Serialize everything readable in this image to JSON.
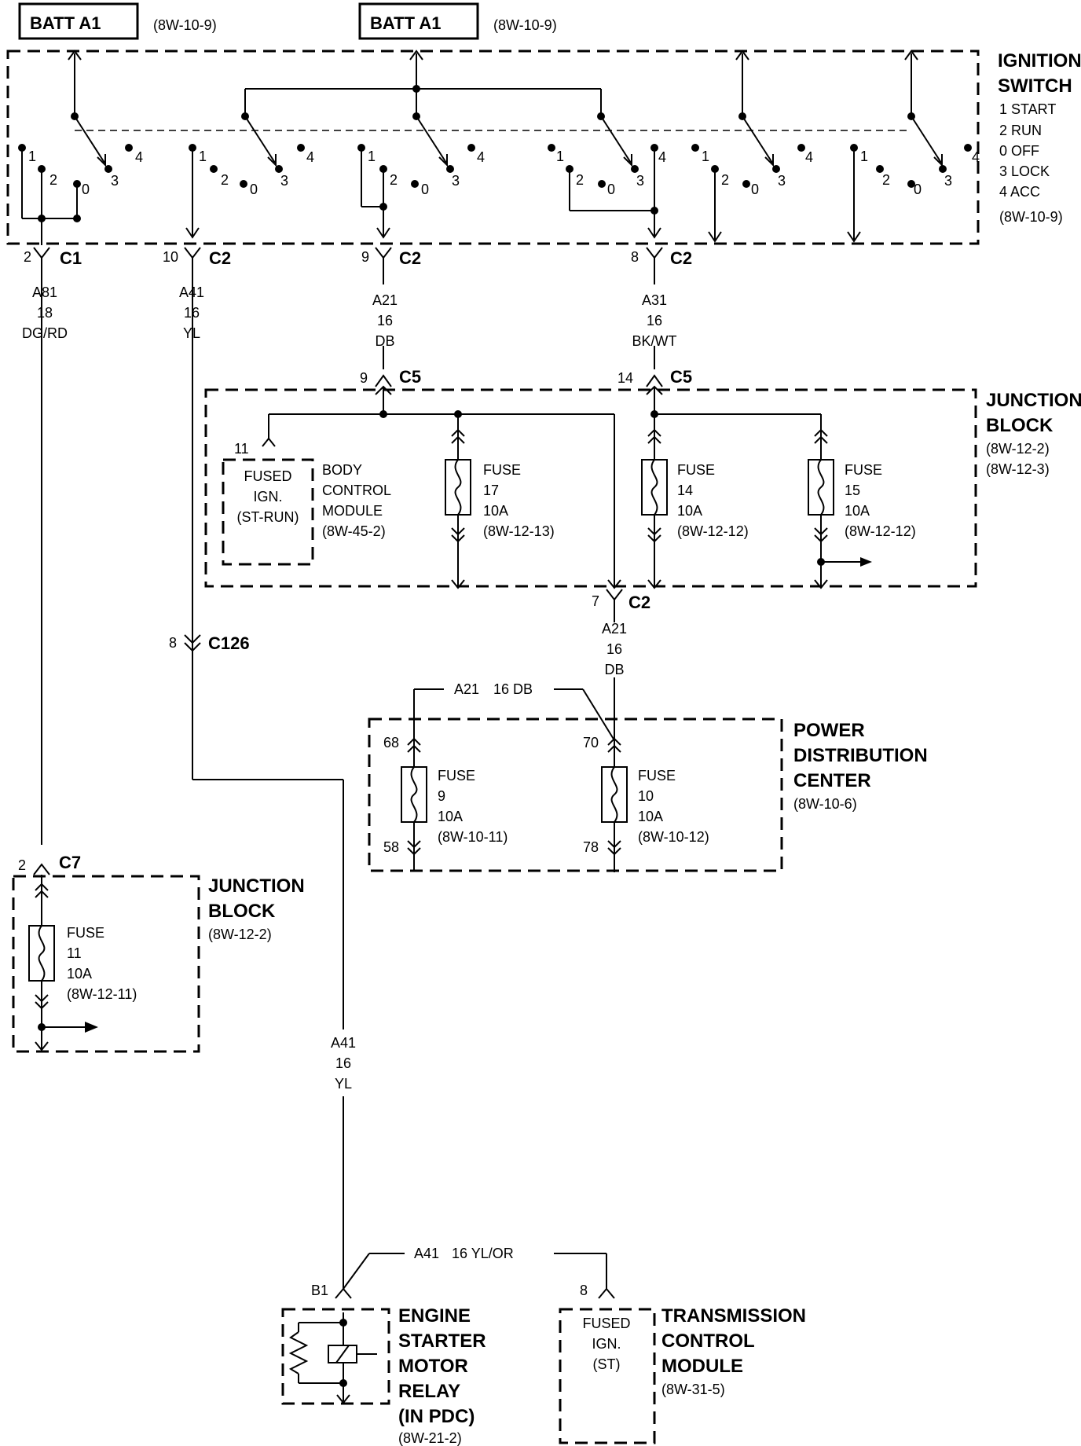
{
  "batt_left": {
    "label": "BATT A1",
    "ref": "(8W-10-9)"
  },
  "batt_right": {
    "label": "BATT A1",
    "ref": "(8W-10-9)"
  },
  "ignition_switch": {
    "title1": "IGNITION",
    "title2": "SWITCH",
    "positions": [
      "1 START",
      "2 RUN",
      "0 OFF",
      "3 LOCK",
      "4 ACC"
    ],
    "ref": "(8W-10-9)",
    "contact_labels": [
      "1",
      "2",
      "0",
      "3",
      "4"
    ]
  },
  "switch_connectors": [
    {
      "pin": "2",
      "name": "C1",
      "circuit": "A81",
      "gauge": "18",
      "color": "DG/RD"
    },
    {
      "pin": "10",
      "name": "C2",
      "circuit": "A41",
      "gauge": "16",
      "color": "YL"
    },
    {
      "pin": "9",
      "name": "C2",
      "circuit": "A21",
      "gauge": "16",
      "color": "DB"
    },
    {
      "pin": "8",
      "name": "C2",
      "circuit": "A31",
      "gauge": "16",
      "color": "BK/WT"
    }
  ],
  "jb_inputs": [
    {
      "pin": "9",
      "name": "C5"
    },
    {
      "pin": "14",
      "name": "C5"
    }
  ],
  "junction_block_top": {
    "title1": "JUNCTION",
    "title2": "BLOCK",
    "ref1": "(8W-12-2)",
    "ref2": "(8W-12-3)",
    "bcm_pin": "11",
    "bcm_box": [
      "FUSED",
      "IGN.",
      "(ST-RUN)"
    ],
    "bcm_label": [
      "BODY",
      "CONTROL",
      "MODULE",
      "(8W-45-2)"
    ],
    "fuses": [
      {
        "label": "FUSE",
        "number": "17",
        "rating": "10A",
        "ref": "(8W-12-13)"
      },
      {
        "label": "FUSE",
        "number": "14",
        "rating": "10A",
        "ref": "(8W-12-12)"
      },
      {
        "label": "FUSE",
        "number": "15",
        "rating": "10A",
        "ref": "(8W-12-12)"
      }
    ]
  },
  "jb_output": {
    "pin": "7",
    "name": "C2",
    "circuit": "A21",
    "gauge": "16",
    "color": "DB"
  },
  "c126": {
    "pin": "8",
    "name": "C126"
  },
  "pdc_feed_label": {
    "circuit": "A21",
    "spec": "16 DB"
  },
  "pdc": {
    "title1": "POWER",
    "title2": "DISTRIBUTION",
    "title3": "CENTER",
    "ref": "(8W-10-6)",
    "fuses": [
      {
        "pin_in": "68",
        "pin_out": "58",
        "label": "FUSE",
        "number": "9",
        "rating": "10A",
        "ref": "(8W-10-11)"
      },
      {
        "pin_in": "70",
        "pin_out": "78",
        "label": "FUSE",
        "number": "10",
        "rating": "10A",
        "ref": "(8W-10-12)"
      }
    ]
  },
  "c7": {
    "pin": "2",
    "name": "C7"
  },
  "junction_block_left": {
    "title1": "JUNCTION",
    "title2": "BLOCK",
    "ref": "(8W-12-2)",
    "fuse": {
      "label": "FUSE",
      "number": "11",
      "rating": "10A",
      "ref": "(8W-12-11)"
    }
  },
  "a41_lower": {
    "circuit": "A41",
    "gauge": "16",
    "color": "YL"
  },
  "a41_branch": {
    "circuit": "A41",
    "spec": "16 YL/OR"
  },
  "relay": {
    "pin": "B1",
    "title": [
      "ENGINE",
      "STARTER",
      "MOTOR",
      "RELAY",
      "(IN PDC)"
    ],
    "ref": "(8W-21-2)"
  },
  "tcm": {
    "pin": "8",
    "box": [
      "FUSED",
      "IGN.",
      "(ST)"
    ],
    "title": [
      "TRANSMISSION",
      "CONTROL",
      "MODULE"
    ],
    "ref": "(8W-31-5)"
  }
}
